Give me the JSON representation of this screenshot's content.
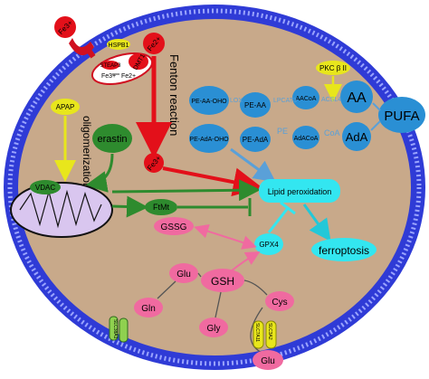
{
  "labels": {
    "fe3_outside": "Fe3+",
    "hspb1": "HSPB1",
    "steap3": "STEAP3",
    "dmt1": "DMT1",
    "fe3_endo": "Fe3+",
    "fe2_endo": "Fe2+",
    "fe2_cyto": "Fe2+",
    "fe3_cyto": "Fe3+",
    "fenton": "Fenton reaction",
    "apap": "APAP",
    "oligomerization": "oligomerization",
    "erastin": "erastin",
    "vdac": "VDAC",
    "ftmt": "FtMt",
    "pkc": "PKC β II",
    "aa": "AA",
    "ada": "AdA",
    "pufa": "PUFA",
    "pe_aa_ooh": "PE-AA-OHO",
    "pe_aa": "PE-AA",
    "aacoa": "AACoA",
    "pe_ada_ooh": "PE-AdA-OHO",
    "pe_ada": "PE-AdA",
    "adacoa": "AdACoA",
    "lox": "LOX",
    "lpcat3": "LPCAT3",
    "pe": "PE",
    "acsl4": "ACSL4",
    "coa": "CoA",
    "lipid_peroxidation": "Lipid peroxidation",
    "gpx4": "GPX4",
    "ferroptosis": "ferroptosis",
    "gssg": "GSSG",
    "gsh": "GSH",
    "glu": "Glu",
    "gln": "Gln",
    "gly": "Gly",
    "cys": "Cys",
    "glu_out": "Glu",
    "slc7a11": "SLC7A11",
    "slc3a2": "SLC3A2",
    "transporter_left": "SLC38A1"
  },
  "colors": {
    "membrane": "#2f3bd6",
    "cytoplasm": "#c8a98a",
    "iron": "#e3101a",
    "pufa_blue": "#2a8fd4",
    "cyan": "#33e6f0",
    "green": "#2e8b2e",
    "pink": "#f06aa0",
    "yellow": "#e8e61c",
    "mito": "#d9c6ef"
  }
}
